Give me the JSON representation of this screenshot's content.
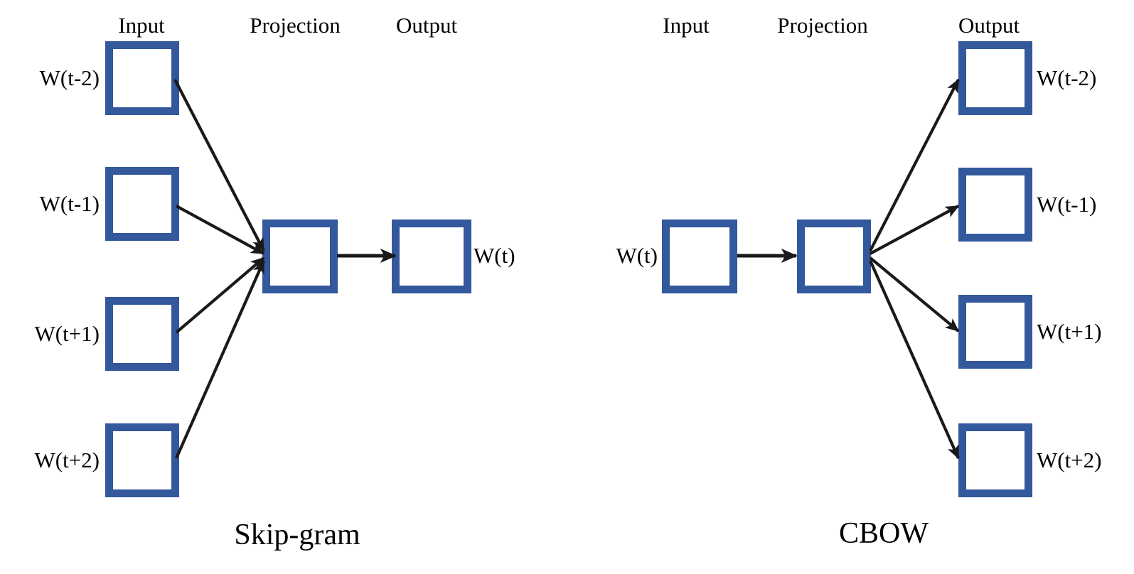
{
  "figure": {
    "background_color": "#ffffff",
    "box_border_color": "#33589c",
    "box_fill_color": "#ffffff",
    "arrow_color": "#1a1a1a"
  },
  "skipgram": {
    "title": "Skip-gram",
    "headers": {
      "input": "Input",
      "projection": "Projection",
      "output": "Output"
    },
    "input_labels": [
      "W(t-2)",
      "W(t-1)",
      "W(t+1)",
      "W(t+2)"
    ],
    "output_labels": [
      "W(t)"
    ]
  },
  "cbow": {
    "title": "CBOW",
    "headers": {
      "input": "Input",
      "projection": "Projection",
      "output": "Output"
    },
    "input_labels": [
      "W(t)"
    ],
    "output_labels": [
      "W(t-2)",
      "W(t-1)",
      "W(t+1)",
      "W(t+2)"
    ]
  }
}
